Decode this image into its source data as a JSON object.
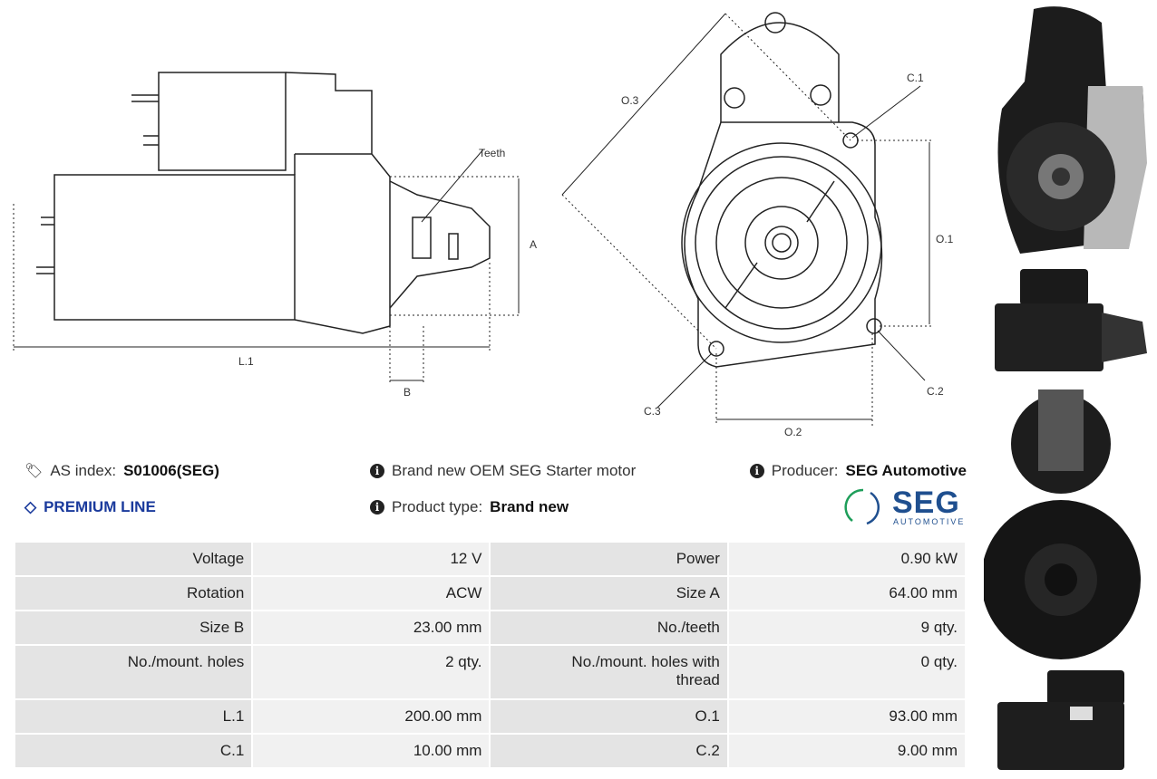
{
  "drawing": {
    "teeth": "Teeth",
    "A": "A",
    "B": "B",
    "L1": "L.1",
    "O1": "O.1",
    "O2": "O.2",
    "O3": "O.3",
    "C1": "C.1",
    "C2": "C.2",
    "C3": "C.3"
  },
  "info": {
    "as_index_label": "AS index:",
    "as_index_value": "S01006(SEG)",
    "premium": "PREMIUM LINE",
    "description": "Brand new OEM SEG Starter motor",
    "product_type_label": "Product type:",
    "product_type_value": "Brand new",
    "producer_label": "Producer:",
    "producer_value": "SEG Automotive",
    "logo_text": "SEG",
    "logo_sub": "AUTOMOTIVE"
  },
  "colors": {
    "premium": "#1a3a9c",
    "logo_blue": "#1f4f8f",
    "logo_green": "#1e9e5a"
  },
  "specs": [
    [
      "Voltage",
      "12 V",
      "Power",
      "0.90 kW"
    ],
    [
      "Rotation",
      "ACW",
      "Size A",
      "64.00 mm"
    ],
    [
      "Size B",
      "23.00 mm",
      "No./teeth",
      "9 qty."
    ],
    [
      "No./mount. holes",
      "2 qty.",
      "No./mount. holes with thread",
      "0 qty."
    ],
    [
      "L.1",
      "200.00 mm",
      "O.1",
      "93.00 mm"
    ],
    [
      "C.1",
      "10.00 mm",
      "C.2",
      "9.00 mm"
    ]
  ]
}
